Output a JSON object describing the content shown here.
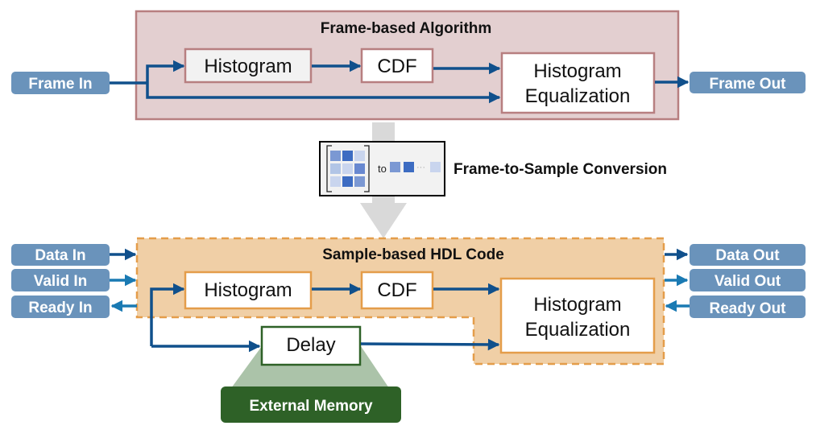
{
  "frame_section": {
    "title": "Frame-based Algorithm",
    "input_port": "Frame In",
    "output_port": "Frame Out",
    "blocks": {
      "histogram": "Histogram",
      "cdf": "CDF",
      "equalization_line1": "Histogram",
      "equalization_line2": "Equalization"
    }
  },
  "conversion": {
    "icon_to_text": "to",
    "label": "Frame-to-Sample Conversion"
  },
  "sample_section": {
    "title": "Sample-based HDL Code",
    "input_ports": [
      "Data In",
      "Valid In",
      "Ready In"
    ],
    "output_ports": [
      "Data Out",
      "Valid Out",
      "Ready Out"
    ],
    "blocks": {
      "histogram": "Histogram",
      "cdf": "CDF",
      "equalization_line1": "Histogram",
      "equalization_line2": "Equalization",
      "delay": "Delay"
    },
    "external_memory": "External Memory"
  },
  "colors": {
    "frame_bg": "#e3cfd0",
    "frame_border": "#b77f80",
    "sample_bg": "#f0cfa6",
    "sample_border": "#e49d4a",
    "port_bg": "#6a93bb",
    "arrow": "#10508c",
    "arrow_light": "#1a7ab3",
    "memory_bg": "#2e6127",
    "memory_trapezoid": "#abc3a9",
    "delay_border": "#2e6127"
  }
}
